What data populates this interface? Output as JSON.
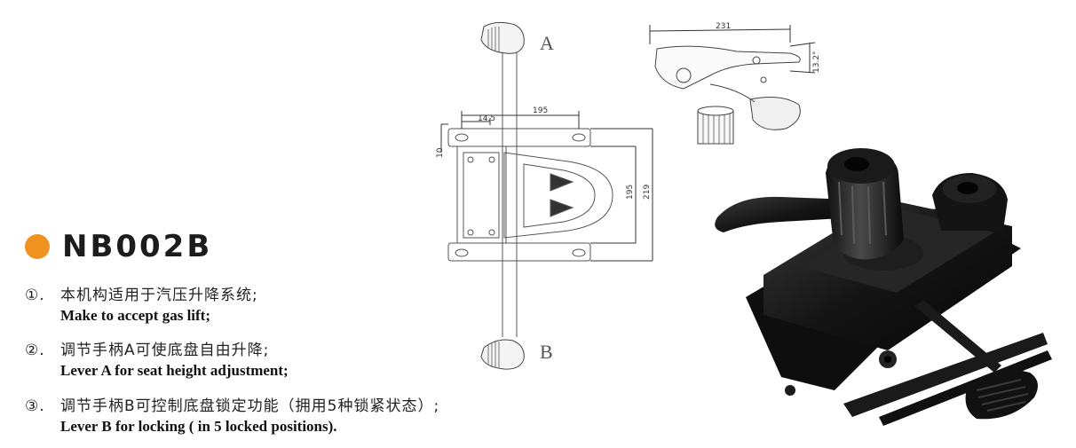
{
  "product": {
    "model": "NB002B",
    "accent_color": "#f0921f"
  },
  "features": [
    {
      "num": "①.",
      "cn": "本机构适用于汽压升降系统;",
      "en": "Make to accept gas lift;"
    },
    {
      "num": "②.",
      "cn": "调节手柄A可使底盘自由升降;",
      "en": "Lever A for seat height adjustment;"
    },
    {
      "num": "③.",
      "cn": "调节手柄B可控制底盘锁定功能（拥用5种锁紧状态）;",
      "en": "Lever B for locking ( in 5 locked positions)."
    }
  ],
  "drawing": {
    "label_a": "A",
    "label_b": "B",
    "dim_14_5": "14.5",
    "dim_195_top": "195",
    "dim_10": "10",
    "dim_195_side": "195",
    "dim_219": "219",
    "dim_231": "231",
    "dim_13_2": "13.2°"
  }
}
